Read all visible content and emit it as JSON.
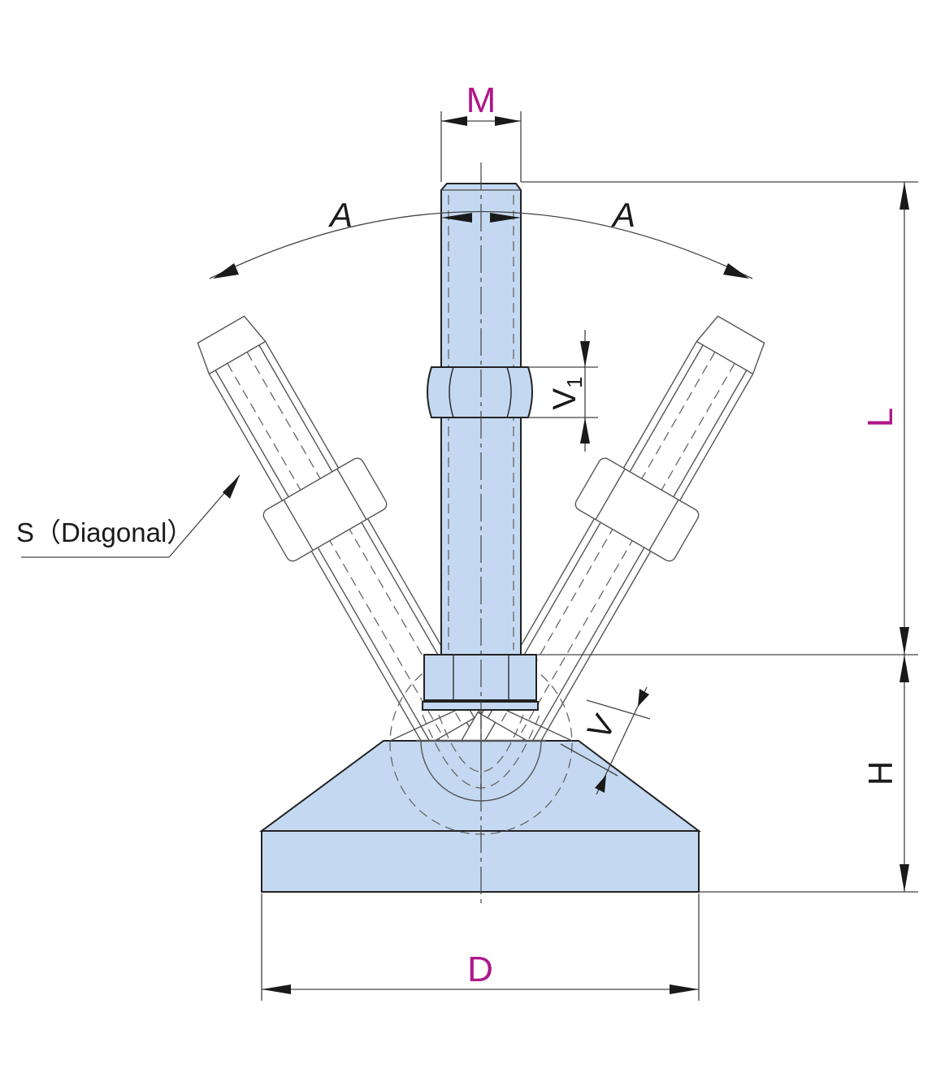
{
  "labels": {
    "M": "M",
    "A_left": "A",
    "A_right": "A",
    "V1": "V",
    "V1_sub": "1",
    "L": "L",
    "H": "H",
    "V": "V",
    "D": "D",
    "S": "S（Diagonal）"
  },
  "colors": {
    "part_fill": "#c4d9f1",
    "dimension_letter": "#b0168a",
    "outline": "#222222"
  }
}
